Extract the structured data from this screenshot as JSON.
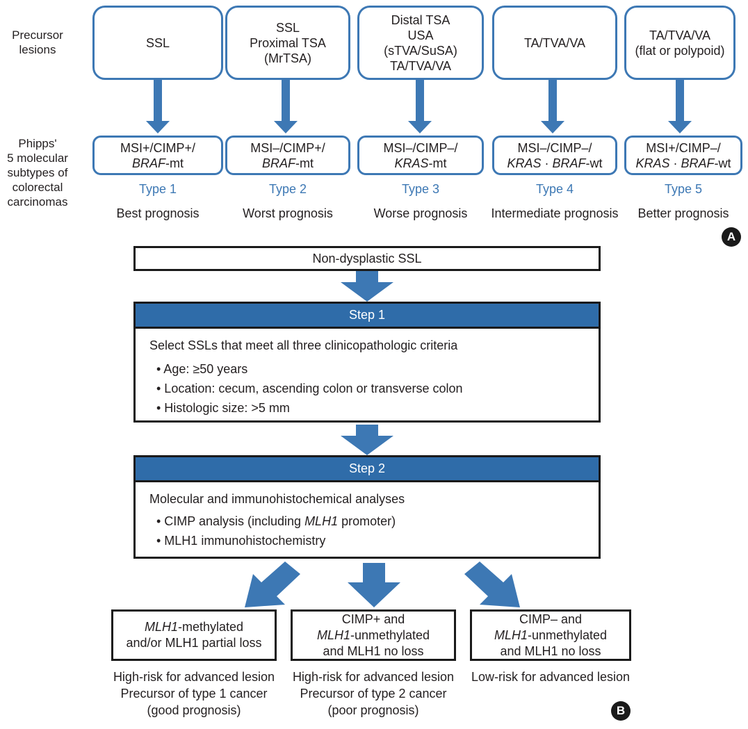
{
  "row_labels": {
    "precursor": [
      "Precursor",
      "lesions"
    ],
    "subtypes": [
      "Phipps'",
      "5 molecular",
      "subtypes of",
      "colorectal",
      "carcinomas"
    ]
  },
  "columns": [
    {
      "precursor": [
        "SSL"
      ],
      "mol_line1": "MSI+/CIMP+/",
      "mol_line2": [
        {
          "t": "BRAF",
          "i": true
        },
        {
          "t": "-mt",
          "i": false
        }
      ],
      "type": "Type 1",
      "prognosis": "Best prognosis"
    },
    {
      "precursor": [
        "SSL",
        "Proximal TSA",
        "(MrTSA)"
      ],
      "mol_line1": "MSI–/CIMP+/",
      "mol_line2": [
        {
          "t": "BRAF",
          "i": true
        },
        {
          "t": "-mt",
          "i": false
        }
      ],
      "type": "Type 2",
      "prognosis": "Worst prognosis"
    },
    {
      "precursor": [
        "Distal TSA",
        "USA",
        "(sTVA/SuSA)",
        "TA/TVA/VA"
      ],
      "mol_line1": "MSI–/CIMP–/",
      "mol_line2": [
        {
          "t": "KRAS",
          "i": true
        },
        {
          "t": "-mt",
          "i": false
        }
      ],
      "type": "Type 3",
      "prognosis": "Worse prognosis"
    },
    {
      "precursor": [
        "TA/TVA/VA"
      ],
      "mol_line1": "MSI–/CIMP–/",
      "mol_line2": [
        {
          "t": "KRAS",
          "i": true
        },
        {
          "t": " · ",
          "i": false
        },
        {
          "t": "BRAF",
          "i": true
        },
        {
          "t": "-wt",
          "i": false
        }
      ],
      "type": "Type 4",
      "prognosis": "Intermediate prognosis"
    },
    {
      "precursor": [
        "TA/TVA/VA",
        "(flat or polypoid)"
      ],
      "mol_line1": "MSI+/CIMP–/",
      "mol_line2": [
        {
          "t": "KRAS",
          "i": true
        },
        {
          "t": " · ",
          "i": false
        },
        {
          "t": "BRAF",
          "i": true
        },
        {
          "t": "-wt",
          "i": false
        }
      ],
      "type": "Type 5",
      "prognosis": "Better prognosis"
    }
  ],
  "panel_labels": {
    "a": "A",
    "b": "B"
  },
  "start_box": "Non-dysplastic SSL",
  "step1": {
    "title": "Step 1",
    "intro": "Select SSLs that meet all three clinicopathologic criteria",
    "bullets": [
      "• Age: ≥50 years",
      "• Location: cecum, ascending colon or transverse colon",
      "• Histologic size: >5 mm"
    ]
  },
  "step2": {
    "title": "Step 2",
    "intro": "Molecular and immunohistochemical analyses",
    "bullet1_pre": "• CIMP analysis (including ",
    "bullet1_italic": "MLH1",
    "bullet1_post": " promoter)",
    "bullet2": "• MLH1 immunohistochemistry"
  },
  "outcomes": [
    {
      "lines": [
        [
          {
            "t": "MLH1",
            "i": true
          },
          {
            "t": "-methylated",
            "i": false
          }
        ],
        [
          {
            "t": "and/or MLH1 partial loss",
            "i": false
          }
        ]
      ],
      "caption": [
        "High-risk for advanced lesion",
        "Precursor of type 1 cancer",
        "(good prognosis)"
      ]
    },
    {
      "lines": [
        [
          {
            "t": "CIMP+ and",
            "i": false
          }
        ],
        [
          {
            "t": "MLH1",
            "i": true
          },
          {
            "t": "-unmethylated",
            "i": false
          }
        ],
        [
          {
            "t": "and MLH1 no loss",
            "i": false
          }
        ]
      ],
      "caption": [
        "High-risk for advanced lesion",
        "Precursor of type 2 cancer",
        "(poor prognosis)"
      ]
    },
    {
      "lines": [
        [
          {
            "t": "CIMP– and",
            "i": false
          }
        ],
        [
          {
            "t": "MLH1",
            "i": true
          },
          {
            "t": "-unmethylated",
            "i": false
          }
        ],
        [
          {
            "t": "and MLH1 no loss",
            "i": false
          }
        ]
      ],
      "caption": [
        "Low-risk for advanced lesion"
      ]
    }
  ],
  "colors": {
    "accent_blue": "#3d78b4",
    "step_bar": "#2f6ca9",
    "border_dark": "#1a1a1a"
  }
}
